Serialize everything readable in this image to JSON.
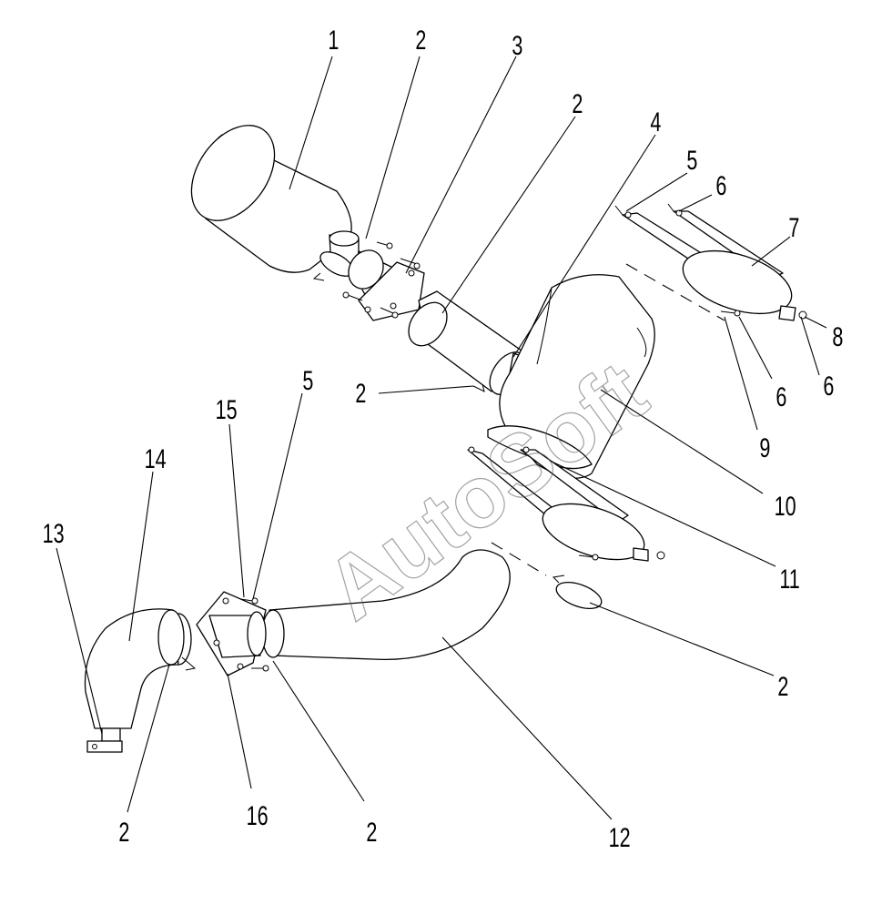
{
  "watermark": "AutoSoft",
  "callouts": [
    {
      "id": "c1",
      "label": "1"
    },
    {
      "id": "c2a",
      "label": "2"
    },
    {
      "id": "c3",
      "label": "3"
    },
    {
      "id": "c2b",
      "label": "2"
    },
    {
      "id": "c4",
      "label": "4"
    },
    {
      "id": "c5a",
      "label": "5"
    },
    {
      "id": "c6a",
      "label": "6"
    },
    {
      "id": "c7",
      "label": "7"
    },
    {
      "id": "c8",
      "label": "8"
    },
    {
      "id": "c6b",
      "label": "6"
    },
    {
      "id": "c6c",
      "label": "6"
    },
    {
      "id": "c9",
      "label": "9"
    },
    {
      "id": "c2c",
      "label": "2"
    },
    {
      "id": "c10",
      "label": "10"
    },
    {
      "id": "c11",
      "label": "11"
    },
    {
      "id": "c15",
      "label": "15"
    },
    {
      "id": "c5b",
      "label": "5"
    },
    {
      "id": "c14",
      "label": "14"
    },
    {
      "id": "c13",
      "label": "13"
    },
    {
      "id": "c2d",
      "label": "2"
    },
    {
      "id": "c12",
      "label": "12"
    },
    {
      "id": "c2e",
      "label": "2"
    },
    {
      "id": "c16",
      "label": "16"
    },
    {
      "id": "c2f",
      "label": "2"
    }
  ]
}
